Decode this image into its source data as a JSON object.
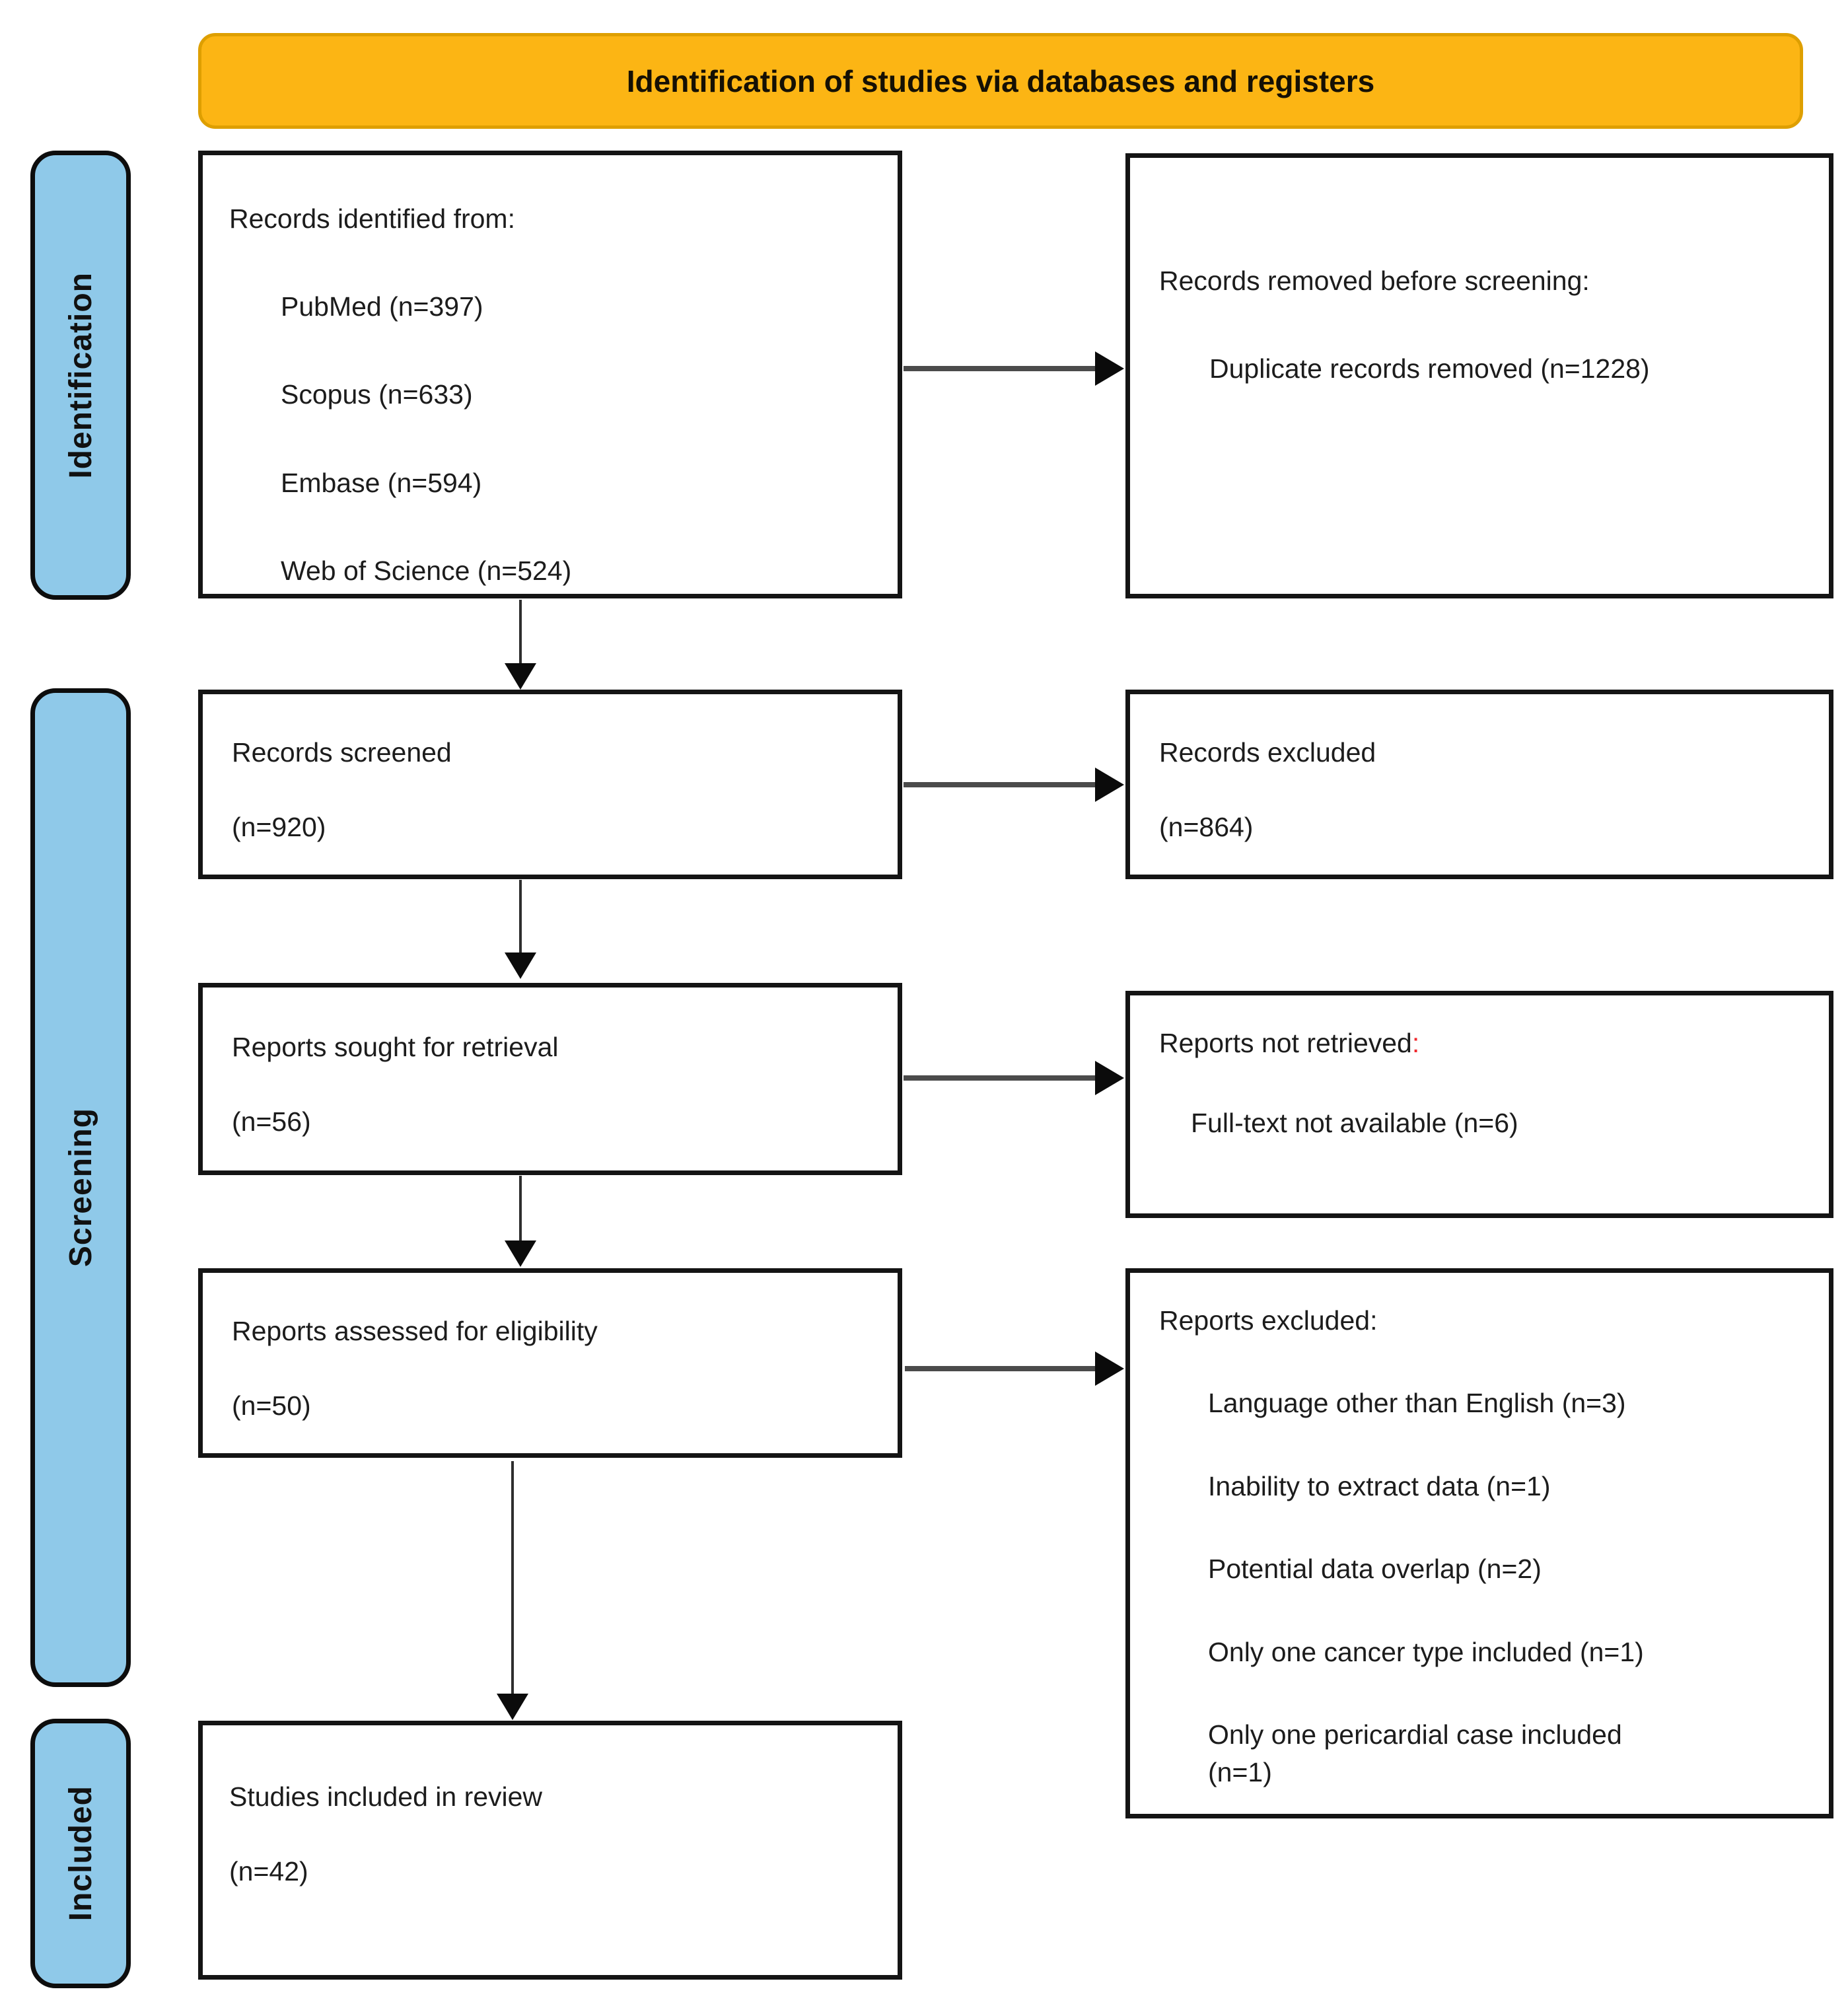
{
  "banner": {
    "title": "Identification of studies via databases and registers"
  },
  "sidebar": {
    "identification_label": "Identification",
    "screening_label": "Screening",
    "included_label": "Included"
  },
  "boxes": {
    "records_identified": {
      "title": "Records identified from:",
      "items": [
        "PubMed (n=397)",
        "Scopus (n=633)",
        "Embase (n=594)",
        "Web of Science (n=524)"
      ]
    },
    "records_removed": {
      "title": "Records removed before screening:",
      "items": [
        "Duplicate records removed (n=1228)"
      ]
    },
    "records_screened": {
      "title": "Records screened",
      "count": "(n=920)"
    },
    "records_excluded": {
      "title": "Records excluded",
      "count": "(n=864)"
    },
    "reports_sought": {
      "title": "Reports sought for retrieval",
      "count": "(n=56)"
    },
    "reports_not_retrieved": {
      "title": "Reports not retrieved",
      "colon": ":",
      "items": [
        "Full-text not available (n=6)"
      ]
    },
    "reports_assessed": {
      "title": "Reports assessed for eligibility",
      "count": "(n=50)"
    },
    "reports_excluded": {
      "title": "Reports excluded:",
      "items": [
        "Language other than English (n=3)",
        "Inability to extract data (n=1)",
        "Potential data overlap (n=2)",
        "Only one cancer type included (n=1)",
        "Only one pericardial case included\n(n=1)"
      ]
    },
    "studies_included": {
      "title": "Studies included in review",
      "count": "(n=42)"
    }
  },
  "colors": {
    "banner_fill": "#FCB514",
    "banner_border": "#DE9F00",
    "stage_fill": "#8FC9E9",
    "box_border": "#141414",
    "accent_red": "#F0282D"
  }
}
